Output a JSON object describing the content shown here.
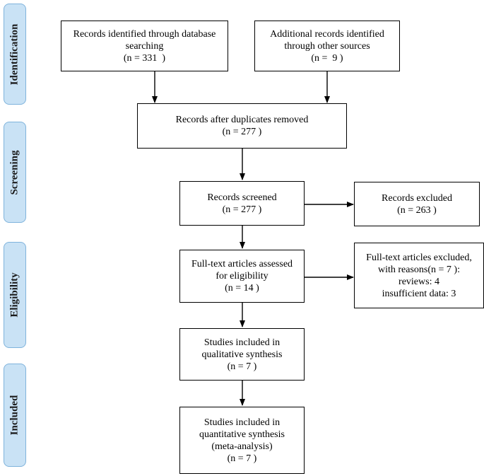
{
  "stages": {
    "identification": "Identification",
    "screening": "Screening",
    "eligibility": "Eligibility",
    "included": "Included"
  },
  "boxes": {
    "database_records": {
      "line1": "Records identified through database",
      "line2": "searching",
      "line3": "(n = 331  )"
    },
    "other_sources": {
      "line1": "Additional records identified",
      "line2": "through other sources",
      "line3": "(n =  9 )"
    },
    "after_duplicates": {
      "line1": "Records after duplicates removed",
      "line2": "(n = 277 )"
    },
    "screened": {
      "line1": "Records screened",
      "line2": "(n = 277 )"
    },
    "excluded": {
      "line1": "Records excluded",
      "line2": "(n = 263 )"
    },
    "fulltext_assessed": {
      "line1": "Full-text articles assessed",
      "line2": "for eligibility",
      "line3": "(n = 14 )"
    },
    "fulltext_excluded": {
      "line1": "Full-text articles excluded,",
      "line2": "with reasons(n = 7 ):",
      "line3": "reviews: 4",
      "line4": "insufficient data: 3"
    },
    "qualitative": {
      "line1": "Studies included in",
      "line2": "qualitative synthesis",
      "line3": "(n = 7 )"
    },
    "quantitative": {
      "line1": "Studies included in",
      "line2": "quantitative synthesis",
      "line3": "(meta-analysis)",
      "line4": "(n = 7 )"
    }
  }
}
